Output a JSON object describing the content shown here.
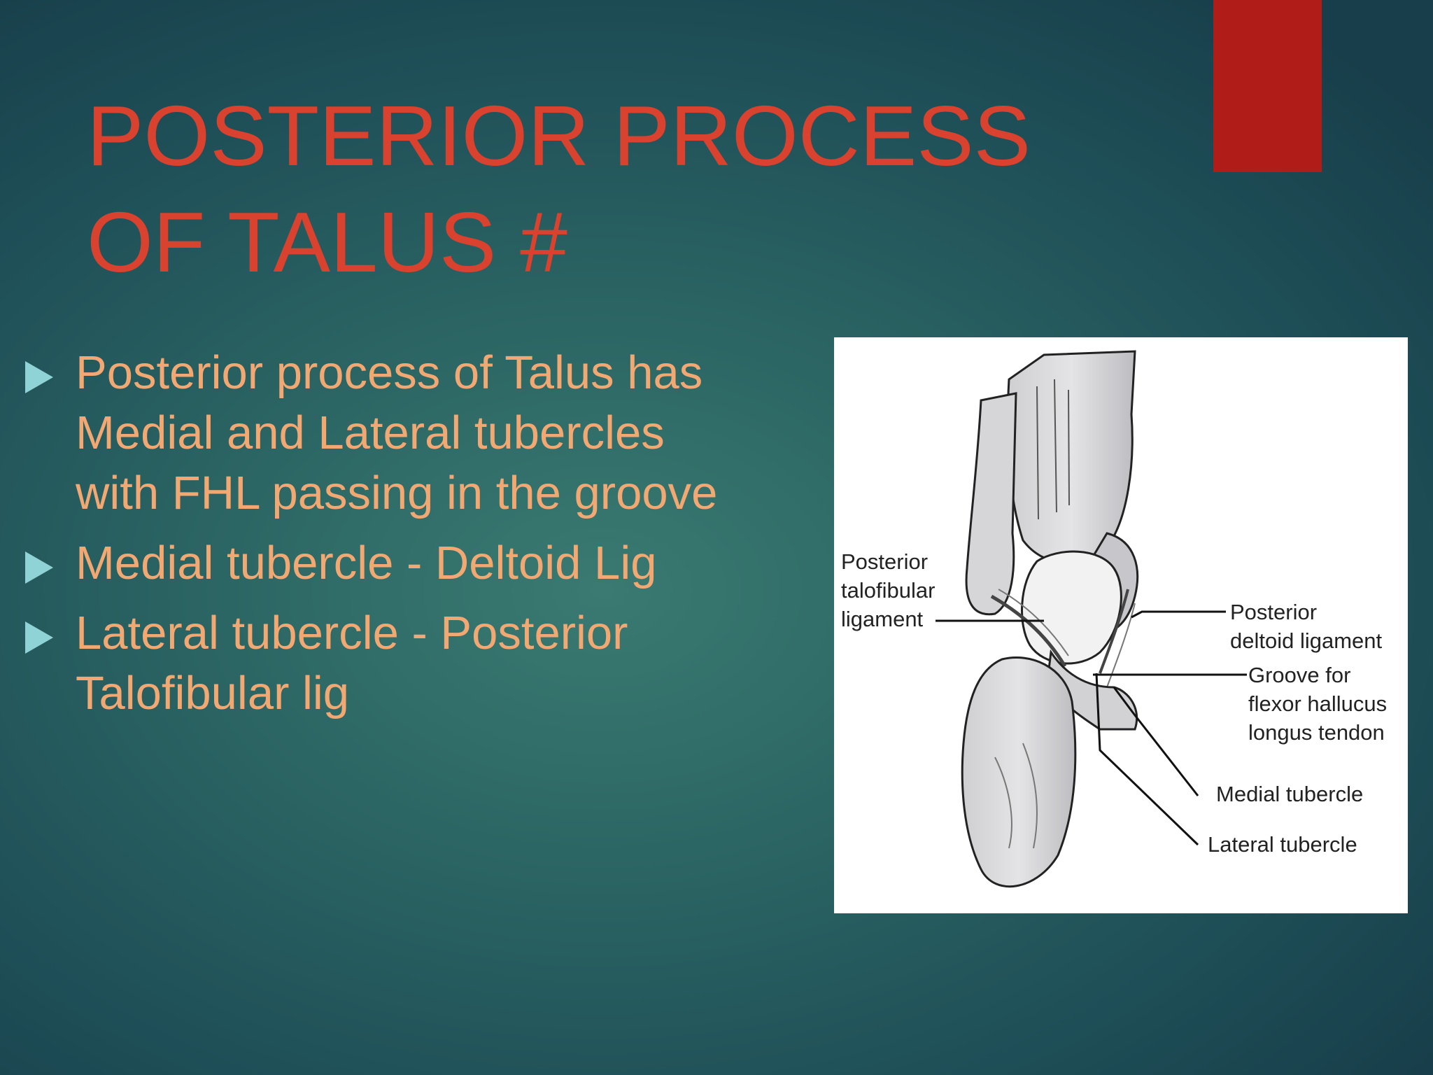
{
  "title": {
    "lines": [
      "POSTERIOR PROCESS",
      "OF TALUS #"
    ]
  },
  "bullets": [
    {
      "lines": [
        "Posterior process of Talus has",
        "Medial and Lateral tubercles",
        "with FHL passing in the groove"
      ]
    },
    {
      "lines": [
        "Medial tubercle - Deltoid Lig"
      ]
    },
    {
      "lines": [
        "Lateral tubercle - Posterior",
        "Talofibular lig"
      ]
    }
  ],
  "figure": {
    "labels": {
      "posterior_talofibular": [
        "Posterior",
        "talofibular",
        "ligament"
      ],
      "posterior_deltoid": [
        "Posterior",
        "deltoid ligament"
      ],
      "groove_fhl": [
        "Groove for",
        "flexor hallucus",
        "longus tendon"
      ],
      "medial_tubercle": "Medial tubercle",
      "lateral_tubercle": "Lateral tubercle"
    }
  },
  "colors": {
    "title": "#d9422e",
    "body_text": "#f2a872",
    "bullet_marker": "#8fd3d6",
    "accent_bar": "#b01c18"
  }
}
